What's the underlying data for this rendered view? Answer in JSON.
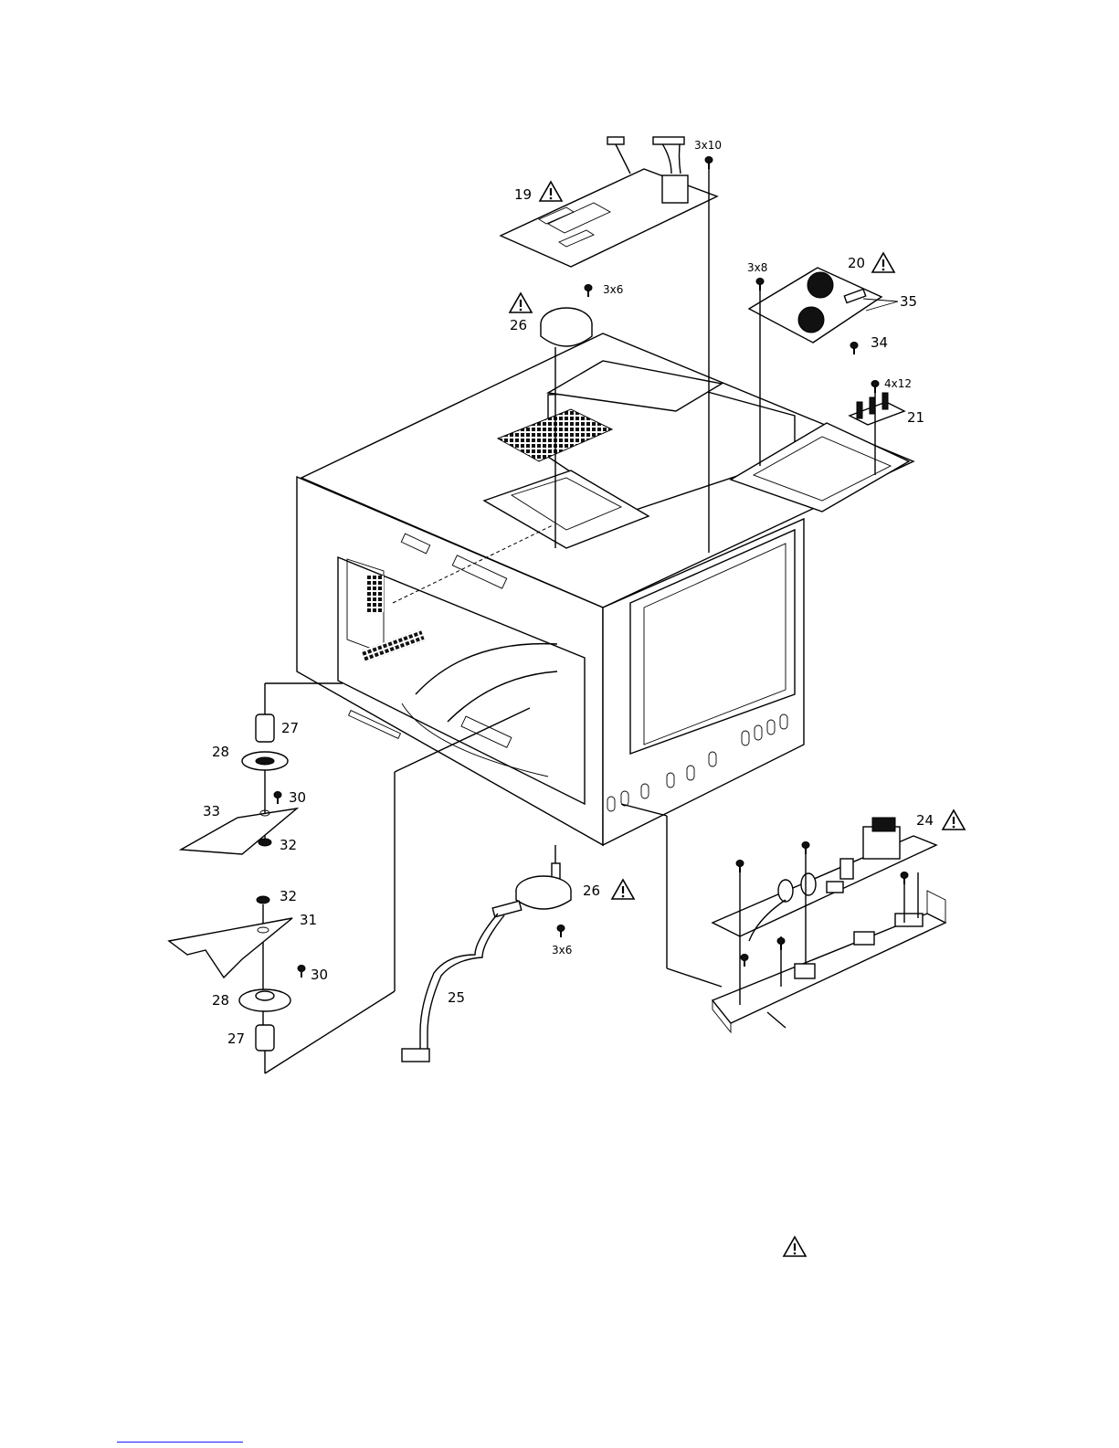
{
  "callouts": {
    "p19": "19",
    "p20": "20",
    "p21": "21",
    "p24": "24",
    "p25": "25",
    "p26_top": "26",
    "p26_bottom": "26",
    "p27_top": "27",
    "p27_bottom": "27",
    "p28_top": "28",
    "p28_bottom": "28",
    "p30_top": "30",
    "p30_bottom": "30",
    "p31": "31",
    "p32_top": "32",
    "p32_bottom": "32",
    "p33": "33",
    "p34": "34",
    "p35": "35"
  },
  "screws": {
    "s_3x10": "3x10",
    "s_3x8": "3x8",
    "s_3x6_top": "3x6",
    "s_3x6_bottom": "3x6",
    "s_4x12": "4x12"
  },
  "icons": {
    "warning": "warning-triangle-icon"
  }
}
